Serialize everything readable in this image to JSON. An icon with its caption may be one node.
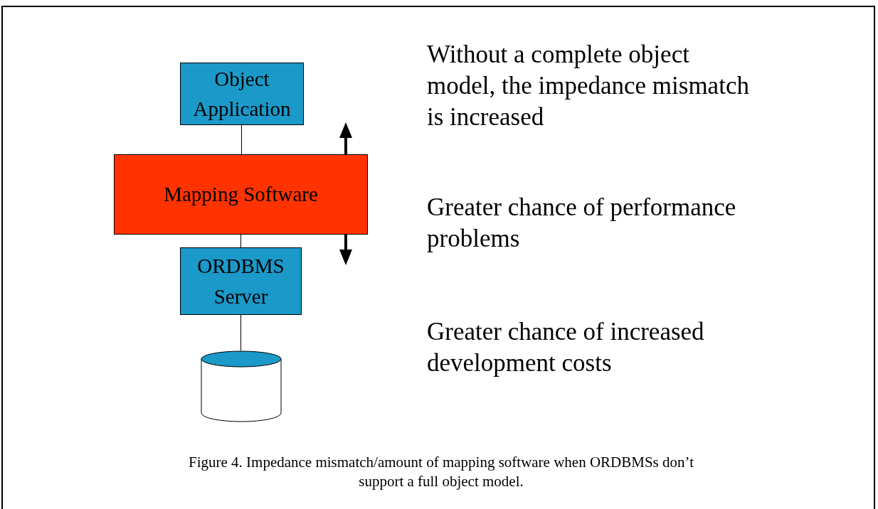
{
  "diagram": {
    "caption": "Figure 4. Impedance mismatch/amount of mapping software when ORDBMSs don’t support a full object model.",
    "nodes": [
      {
        "text": [
          "Object Application"
        ]
      },
      {
        "text": [
          "Mapping Software"
        ]
      },
      {
        "text": [
          "ORDBMS Server"
        ]
      },
      {
        "text": [],
        "shape": "cylinder"
      }
    ],
    "edges": [
      {
        "from": 0,
        "to": 1,
        "arrow": "none"
      },
      {
        "from": 1,
        "to": 2,
        "arrow": "none"
      },
      {
        "from": 2,
        "to": 3,
        "arrow": "none"
      }
    ],
    "labels": [
      "Without a complete object model, the impedance mismatch is increased",
      "Greater chance of performance problems",
      "Greater chance of increased development costs"
    ]
  }
}
